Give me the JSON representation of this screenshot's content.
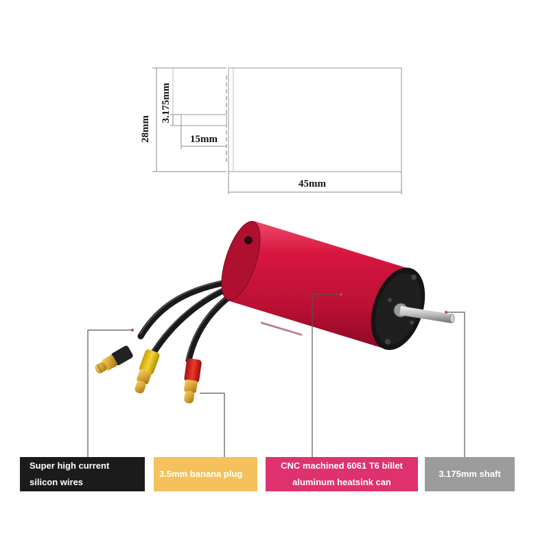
{
  "dimensions": {
    "shaft_diameter": "3.175mm",
    "motor_diameter": "28mm",
    "shaft_length": "15mm",
    "motor_length": "45mm"
  },
  "callouts": [
    {
      "id": "wires",
      "lines": [
        "Super high current",
        "silicon wires"
      ],
      "color": "#1b1b1b"
    },
    {
      "id": "plug",
      "lines": [
        "3.5mm banana plug"
      ],
      "color": "#f5c15c"
    },
    {
      "id": "can",
      "lines": [
        "CNC machined 6061 T6 billet",
        "aluminum heatsink can"
      ],
      "color": "#e0316f"
    },
    {
      "id": "shaft",
      "lines": [
        "3.175mm shaft"
      ],
      "color": "#9c9c9c"
    }
  ],
  "colors": {
    "motor_can": "#d4163d",
    "wire": "#1a1a1a",
    "plug_yellow": "#e8c21a",
    "plug_red": "#d81e1e",
    "connector_gold": "#d9a531",
    "leader_line": "#555555"
  }
}
